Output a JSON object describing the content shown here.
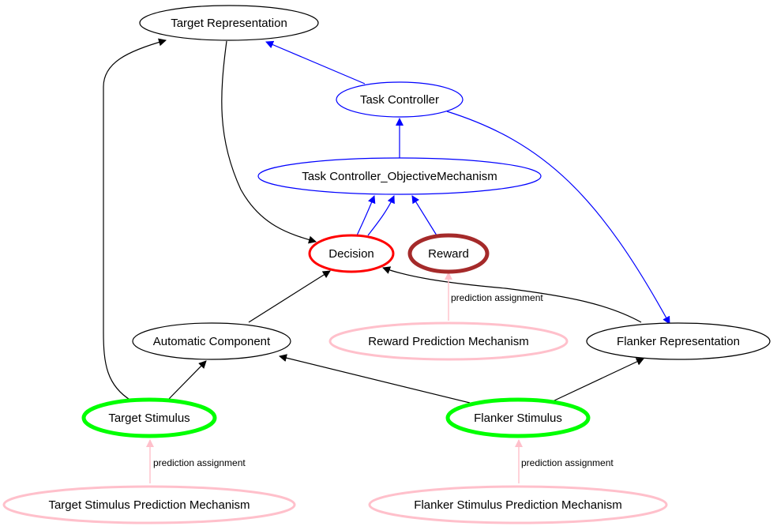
{
  "nodes": {
    "target_representation": "Target Representation",
    "task_controller": "Task Controller",
    "objective_mechanism": "Task Controller_ObjectiveMechanism",
    "decision": "Decision",
    "reward": "Reward",
    "automatic_component": "Automatic Component",
    "reward_prediction": "Reward Prediction Mechanism",
    "flanker_representation": "Flanker Representation",
    "target_stimulus": "Target Stimulus",
    "flanker_stimulus": "Flanker Stimulus",
    "target_stimulus_prediction": "Target Stimulus Prediction Mechanism",
    "flanker_stimulus_prediction": "Flanker Stimulus Prediction Mechanism"
  },
  "edge_labels": {
    "reward_prediction": "prediction assignment",
    "target_prediction": "prediction assignment",
    "flanker_prediction": "prediction assignment"
  },
  "colors": {
    "default": "#000000",
    "control": "#0000ff",
    "prediction": "#ffc0cb",
    "decision": "#ff0000",
    "reward": "#a52a2a",
    "stimulus": "#00ff00"
  }
}
